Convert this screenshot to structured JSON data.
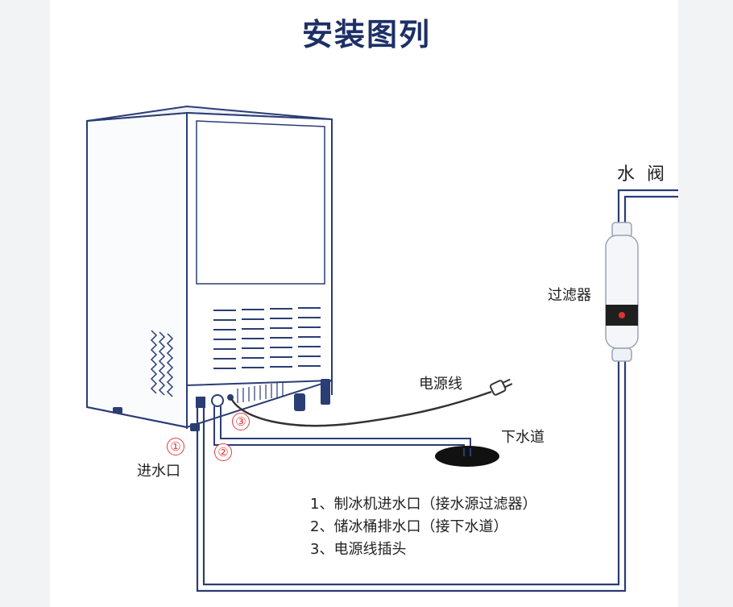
{
  "title": "安装图列",
  "labels": {
    "water_valve": "水 阀",
    "filter": "过滤器",
    "power_cord": "电源线",
    "drain": "下水道",
    "water_inlet": "进水口"
  },
  "markers": [
    "①",
    "②",
    "③"
  ],
  "legend": [
    "1、制冰机进水口（接水源过滤器）",
    "2、储冰桶排水口（接下水道）",
    "3、电源线插头"
  ],
  "colors": {
    "title": "#1d2f66",
    "lines": "#2a3d74",
    "marker": "#e23b3b"
  }
}
